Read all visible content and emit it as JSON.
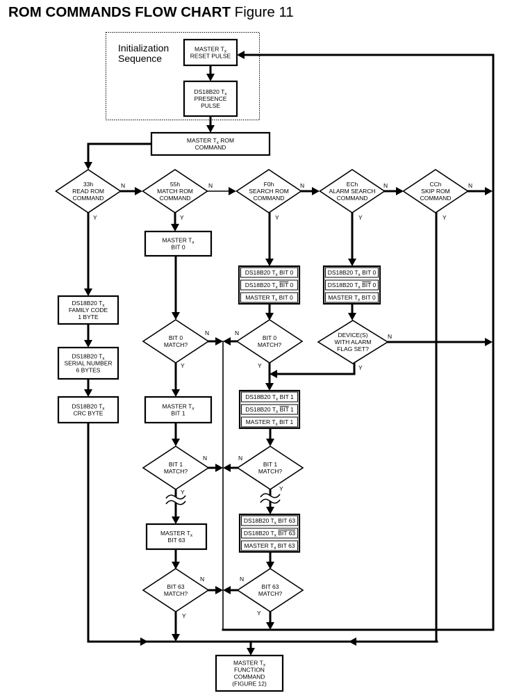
{
  "title": {
    "bold": "ROM COMMANDS FLOW CHART",
    "normal": " Figure 11"
  },
  "init_sequence": {
    "lines": [
      "Initialization",
      "Sequence"
    ]
  },
  "branch_labels": {
    "yes": "Y",
    "no": "N"
  },
  "colors": {
    "ink": "#000000",
    "background": "#ffffff"
  },
  "nodes": {
    "reset_pulse": {
      "type": "process",
      "lines": [
        "MASTER Tₓ",
        "RESET PULSE"
      ]
    },
    "presence_pulse": {
      "type": "process",
      "lines": [
        "DS18B20 Tₓ",
        "PRESENCE",
        "PULSE"
      ]
    },
    "rom_command": {
      "type": "process",
      "lines": [
        "MASTER Tₓ ROM",
        "COMMAND"
      ]
    },
    "read_rom": {
      "type": "decision",
      "lines": [
        "33h",
        "READ ROM",
        "COMMAND"
      ]
    },
    "match_rom": {
      "type": "decision",
      "lines": [
        "55h",
        "MATCH ROM",
        "COMMAND"
      ]
    },
    "search_rom": {
      "type": "decision",
      "lines": [
        "F0h",
        "SEARCH ROM",
        "COMMAND"
      ]
    },
    "alarm_search": {
      "type": "decision",
      "lines": [
        "ECh",
        "ALARM SEARCH",
        "COMMAND"
      ]
    },
    "skip_rom": {
      "type": "decision",
      "lines": [
        "CCh",
        "SKIP ROM",
        "COMMAND"
      ]
    },
    "family_code": {
      "type": "process",
      "lines": [
        "DS18B20 Tₓ",
        "FAMILY CODE",
        "1 BYTE"
      ]
    },
    "serial_number": {
      "type": "process",
      "lines": [
        "DS18B20 Tₓ",
        "SERIAL NUMBER",
        "6 BYTES"
      ]
    },
    "crc_byte": {
      "type": "process",
      "lines": [
        "DS18B20 Tₓ",
        "CRC BYTE"
      ]
    },
    "match_tx_bit0": {
      "type": "process",
      "lines": [
        "MASTER Tₓ",
        "BIT 0"
      ]
    },
    "match_bit0_q": {
      "type": "decision",
      "lines": [
        "BIT 0",
        "MATCH?"
      ]
    },
    "match_tx_bit1": {
      "type": "process",
      "lines": [
        "MASTER Tₓ",
        "BIT 1"
      ]
    },
    "match_bit1_q": {
      "type": "decision",
      "lines": [
        "BIT 1",
        "MATCH?"
      ]
    },
    "match_tx_bit63": {
      "type": "process",
      "lines": [
        "MASTER Tₓ",
        "BIT 63"
      ]
    },
    "match_bit63_q": {
      "type": "decision",
      "lines": [
        "BIT 63",
        "MATCH?"
      ]
    },
    "search_bit0_stack": {
      "type": "stack",
      "rows": [
        {
          "text": "DS18B20 Tₓ BIT 0"
        },
        {
          "text": "DS18B20 Tₓ BIT 0",
          "overline": "BIT"
        },
        {
          "text": "MASTER Tₓ BIT 0"
        }
      ]
    },
    "search_bit0_q": {
      "type": "decision",
      "lines": [
        "BIT 0",
        "MATCH?"
      ]
    },
    "search_bit1_stack": {
      "type": "stack",
      "rows": [
        {
          "text": "DS18B20 Tₓ BIT 1"
        },
        {
          "text": "DS18B20 Tₓ BIT 1",
          "overline": "BIT"
        },
        {
          "text": "MASTER Tₓ BIT 1"
        }
      ]
    },
    "search_bit1_q": {
      "type": "decision",
      "lines": [
        "BIT 1",
        "MATCH?"
      ]
    },
    "search_bit63_stack": {
      "type": "stack",
      "rows": [
        {
          "text": "DS18B20 Tₓ BIT 63"
        },
        {
          "text": "DS18B20 Tₓ BIT 63",
          "overline": "BIT 63"
        },
        {
          "text": "MASTER Tₓ BIT 63"
        }
      ]
    },
    "search_bit63_q": {
      "type": "decision",
      "lines": [
        "BIT 63",
        "MATCH?"
      ]
    },
    "alarm_bit0_stack": {
      "type": "stack",
      "rows": [
        {
          "text": "DS18B20 Tₓ BIT 0"
        },
        {
          "text": "DS18B20 Tₓ BIT 0",
          "overline": "BIT"
        },
        {
          "text": "MASTER Tₓ BIT 0"
        }
      ]
    },
    "alarm_flag_q": {
      "type": "decision",
      "lines": [
        "DEVICE(S)",
        "WITH ALARM",
        "FLAG SET?"
      ]
    },
    "function_command": {
      "type": "process",
      "lines": [
        "MASTER Tₓ",
        "FUNCTION",
        "COMMAND",
        "(FIGURE 12)"
      ]
    }
  }
}
